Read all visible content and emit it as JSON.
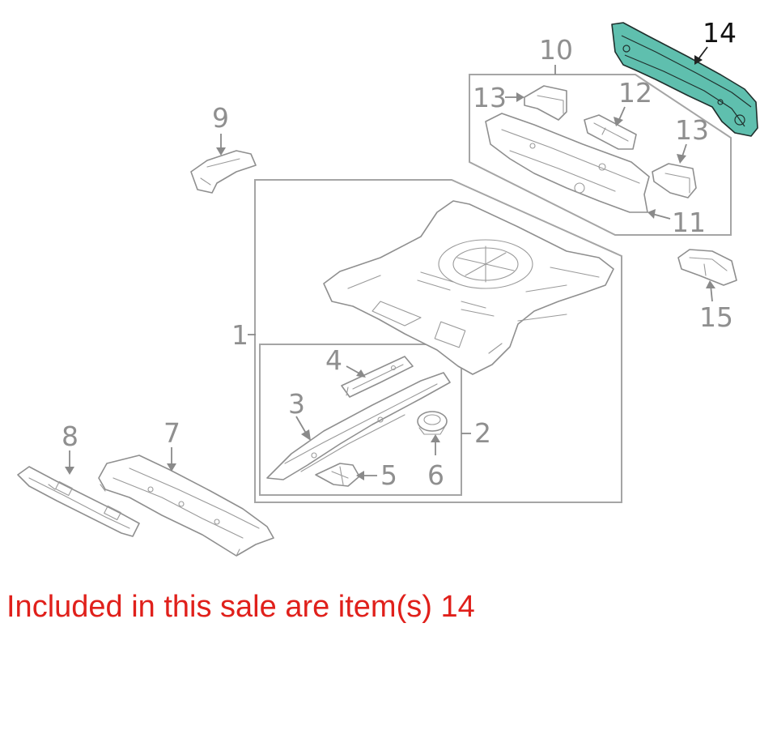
{
  "callouts": {
    "c1": "1",
    "c2": "2",
    "c3": "3",
    "c4": "4",
    "c5": "5",
    "c6": "6",
    "c7": "7",
    "c8": "8",
    "c9": "9",
    "c10": "10",
    "c11": "11",
    "c12": "12",
    "c13a": "13",
    "c13b": "13",
    "c14": "14",
    "c15": "15"
  },
  "sale_note": "Included in this sale are item(s) 14",
  "colors": {
    "highlight_part": "#5fbfae",
    "sale_note_text": "#e0201b",
    "line_art": "#8f8f8f"
  }
}
